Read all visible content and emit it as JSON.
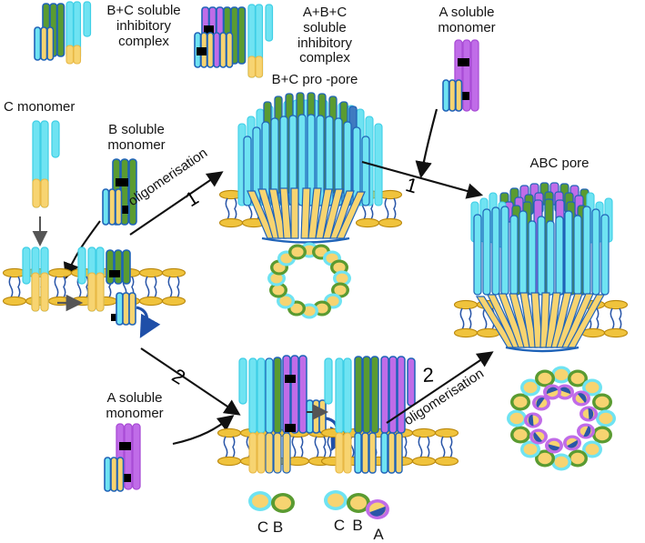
{
  "figure": {
    "type": "biological-pathway-diagram",
    "subject": "Bi-component pore-forming toxin (A + B + C) assembly pathway",
    "colors": {
      "cyan": "#6fe3f2",
      "cyan_dark": "#3ecfe6",
      "yellow": "#f7d471",
      "yellow_dark": "#e8b845",
      "green": "#5a9b31",
      "green_dark": "#3f7a1f",
      "purple": "#c06ce8",
      "purple_dark": "#a94dd6",
      "outline_blue": "#1f63b8",
      "membrane_head": "#f0c33c",
      "membrane_head_edge": "#b8860b",
      "tail_blue": "#2a56a8",
      "black_band": "#000000",
      "text": "#141414"
    },
    "labels": {
      "bc_soluble_complex": "B+C soluble\ninhibitory\ncomplex",
      "abc_soluble_complex": "A+B+C\nsoluble\ninhibitory\ncomplex",
      "a_soluble_monomer_top": "A soluble\nmonomer",
      "a_soluble_monomer_bottom": "A soluble\nmonomer",
      "c_monomer": "C monomer",
      "b_soluble_monomer": "B soluble\nmonomer",
      "bc_pro_pore": "B+C pro -pore",
      "abc_pore": "ABC pore"
    },
    "steps": [
      {
        "number": "1",
        "word": "oligomerisation",
        "from": "membrane-bound B+C heterodimer",
        "to": "B+C pro -pore"
      },
      {
        "number": "1",
        "word": "",
        "from": "A soluble monomer",
        "to": "ABC pore"
      },
      {
        "number": "2",
        "word": "",
        "from": "membrane B+C dimer",
        "to": "membrane A+B+C protomer"
      },
      {
        "number": "2",
        "word": "oligomerisation",
        "from": "membrane A+B+C protomer",
        "to": "ABC pore"
      }
    ],
    "legend": {
      "bc_ring": {
        "items": [
          "C",
          "B"
        ],
        "caption": "C B"
      },
      "abc_ring": {
        "items": [
          "C",
          "B",
          "A"
        ],
        "caption": "C B A"
      }
    },
    "cross_sections": [
      {
        "name": "bc-pro-pore-cross-section",
        "subunits": [
          "C",
          "B"
        ],
        "count": 16
      },
      {
        "name": "abc-pore-cross-section",
        "subunits": [
          "C",
          "B",
          "A"
        ],
        "count": 24
      }
    ]
  }
}
